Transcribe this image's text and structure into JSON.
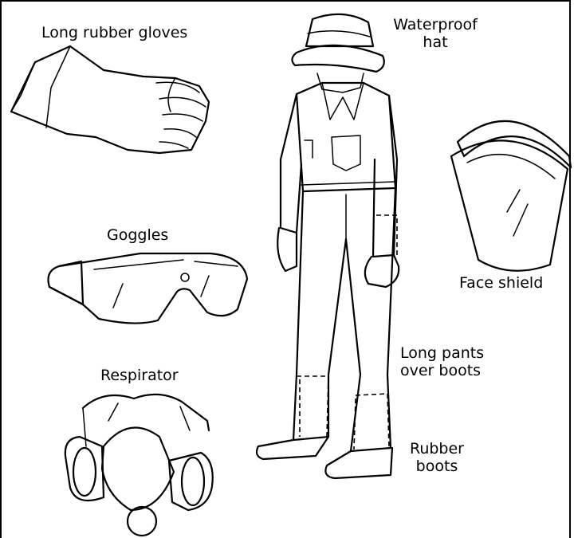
{
  "labels": {
    "gloves": "Long rubber gloves",
    "hat": [
      "Waterproof",
      "hat"
    ],
    "face_shield": "Face shield",
    "goggles": "Goggles",
    "respirator": "Respirator",
    "pants": [
      "Long pants",
      "over boots"
    ],
    "boots": [
      "Rubber",
      "boots"
    ]
  },
  "icons": [
    "gloves-icon",
    "waterproof-hat-icon",
    "worker-coveralls-icon",
    "face-shield-icon",
    "goggles-icon",
    "respirator-icon",
    "rubber-boots-icon"
  ],
  "colors": {
    "ink": "#000000",
    "background": "#ffffff"
  }
}
